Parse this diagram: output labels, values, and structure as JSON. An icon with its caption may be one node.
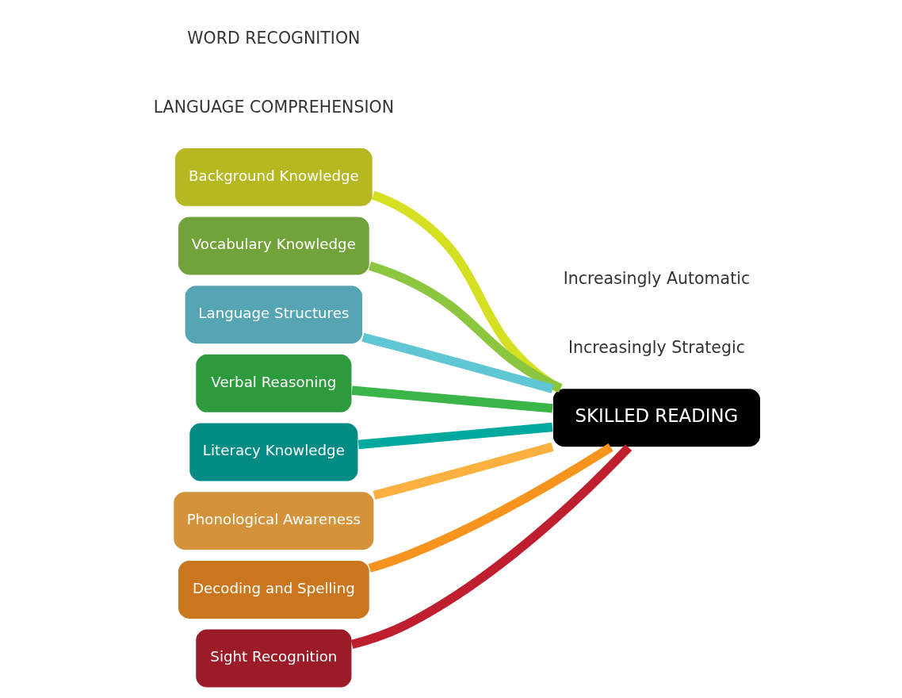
{
  "diagram": {
    "nodes": [
      {
        "text": [
          "Background Knowledge"
        ]
      },
      {
        "text": [
          "Vocabulary Knowledge"
        ]
      },
      {
        "text": [
          "Language Structures"
        ]
      },
      {
        "text": [
          "Verbal Reasoning"
        ]
      },
      {
        "text": [
          "Literacy Knowledge"
        ]
      },
      {
        "text": [
          "Phonological Awareness"
        ]
      },
      {
        "text": [
          "Decoding and Spelling"
        ]
      },
      {
        "text": [
          "Sight Recognition"
        ]
      },
      {
        "text": [
          "SKILLED READING"
        ]
      }
    ],
    "edges": [
      {
        "from": 0,
        "to": 8,
        "arrow": "none",
        "color": "#d4e021"
      },
      {
        "from": 1,
        "to": 8,
        "arrow": "none",
        "color": "#8cc63f"
      },
      {
        "from": 2,
        "to": 8,
        "arrow": "none",
        "color": "#5fc6d3"
      },
      {
        "from": 3,
        "to": 8,
        "arrow": "none",
        "color": "#39b54a"
      },
      {
        "from": 4,
        "to": 8,
        "arrow": "none",
        "color": "#00a99d"
      },
      {
        "from": 5,
        "to": 8,
        "arrow": "none",
        "color": "#fbb040"
      },
      {
        "from": 6,
        "to": 8,
        "arrow": "none",
        "color": "#f7941d"
      },
      {
        "from": 7,
        "to": 8,
        "arrow": "none",
        "color": "#be1e2d"
      }
    ],
    "labels": [
      "LANGUAGE COMPREHENSION",
      "Increasingly Strategic",
      "Increasingly Automatic",
      "WORD RECOGNITION"
    ]
  }
}
